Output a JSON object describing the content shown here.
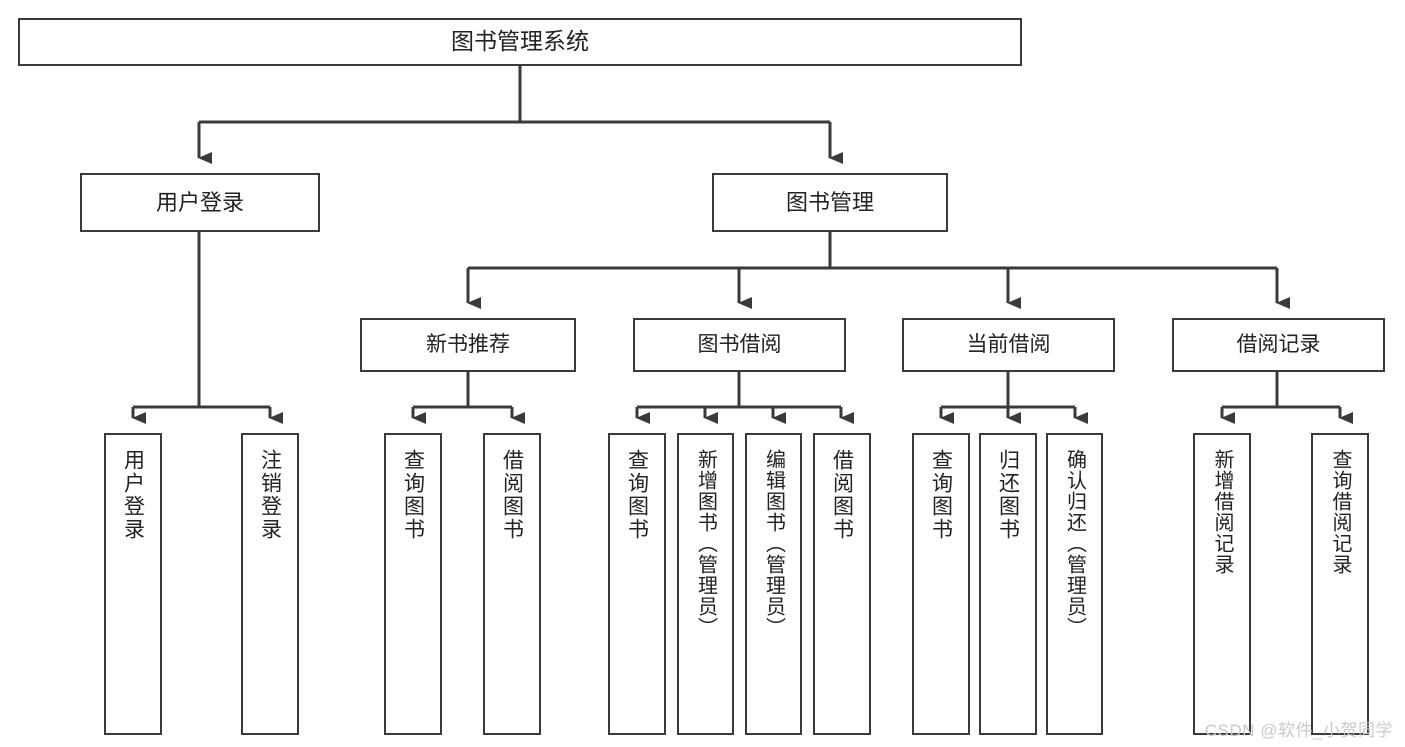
{
  "diagram": {
    "type": "tree",
    "title": "图书管理系统",
    "orientation": "top-down",
    "theme": {
      "background": "#ffffff",
      "box_fill": "#ffffff",
      "box_stroke": "#3a3a3a",
      "text_color": "#222222",
      "connector_color": "#3a3a3a",
      "watermark_color": "#c9c9c9"
    }
  },
  "root": {
    "label": "图书管理系统"
  },
  "level2": [
    {
      "label": "用户登录"
    },
    {
      "label": "图书管理"
    }
  ],
  "level3": [
    {
      "label": "新书推荐"
    },
    {
      "label": "图书借阅"
    },
    {
      "label": "当前借阅"
    },
    {
      "label": "借阅记录"
    }
  ],
  "leaves": {
    "user_login": [
      {
        "label": "用户登录"
      },
      {
        "label": "注销登录"
      }
    ],
    "new_book_recommend": [
      {
        "label": "查询图书"
      },
      {
        "label": "借阅图书"
      }
    ],
    "book_borrow": [
      {
        "label": "查询图书"
      },
      {
        "label": "新增图书（管理员）"
      },
      {
        "label": "编辑图书（管理员）"
      },
      {
        "label": "借阅图书"
      }
    ],
    "current_borrow": [
      {
        "label": "查询图书"
      },
      {
        "label": "归还图书"
      },
      {
        "label": "确认归还（管理员）"
      }
    ],
    "borrow_record": [
      {
        "label": "新增借阅记录"
      },
      {
        "label": "查询借阅记录"
      }
    ]
  },
  "watermark": {
    "text": "CSDN @软件_小贺同学"
  }
}
